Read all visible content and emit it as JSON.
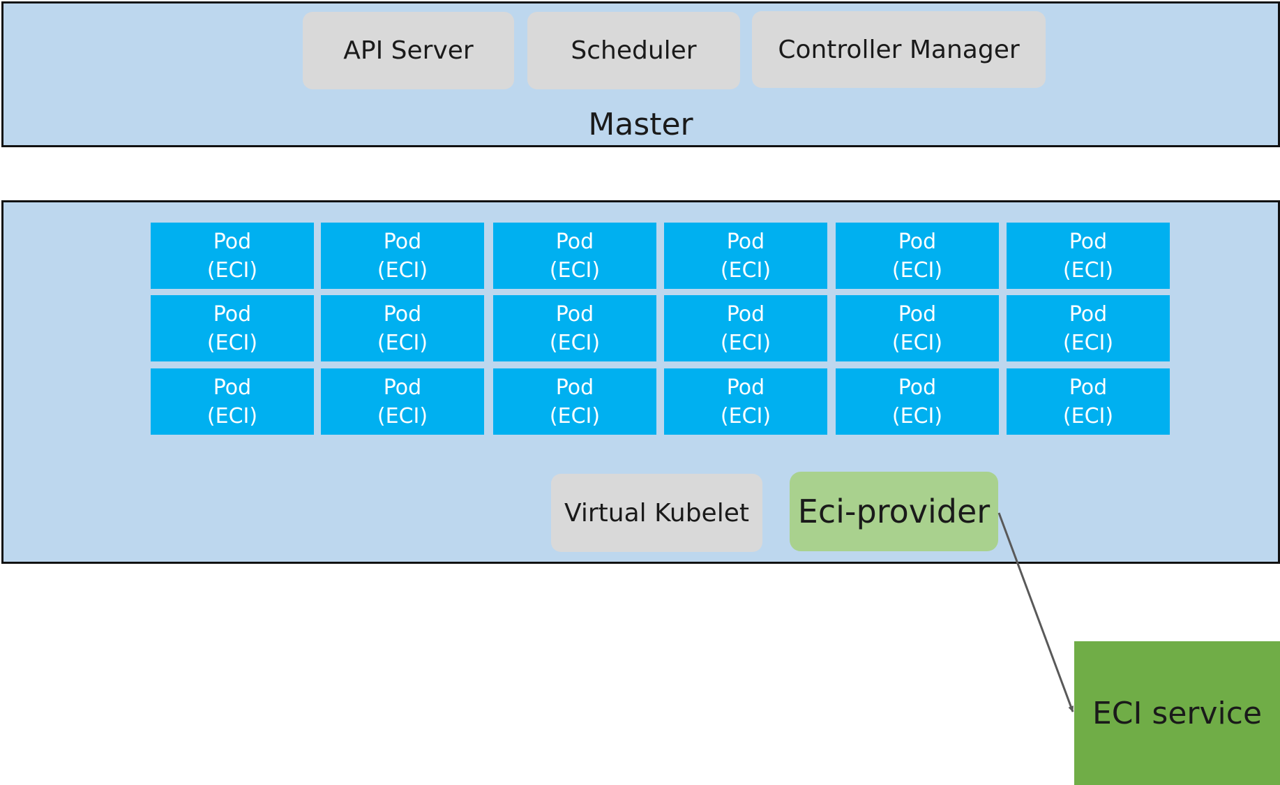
{
  "master": {
    "label": "Master",
    "components": [
      "API Server",
      "Scheduler",
      "Controller Manager"
    ]
  },
  "node": {
    "pod_label": "Pod",
    "pod_sublabel": "(ECI)",
    "rows": 3,
    "columns": 6,
    "virtual_kubelet": "Virtual Kubelet",
    "eci_provider": "Eci-provider"
  },
  "external": {
    "eci_service": "ECI service"
  },
  "colors": {
    "panel_fill": "#bdd7ee",
    "component_fill": "#d9d9d9",
    "pod_fill": "#00b0f0",
    "provider_fill": "#a9d18e",
    "service_fill": "#70ad47",
    "arrow": "#595959"
  }
}
